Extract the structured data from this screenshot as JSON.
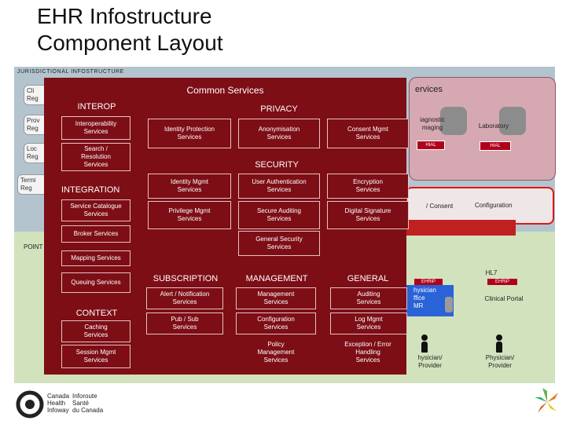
{
  "title_line1": "EHR Infostructure",
  "title_line2": "Component Layout",
  "jurisdictional_label": "JURISDICTIONAL INFOSTRUCTURE",
  "point_of_service_label": "POINT",
  "registries": [
    {
      "line1": "Cli",
      "line2": "Reg"
    },
    {
      "line1": "Prov",
      "line2": "Reg"
    },
    {
      "line1": "Loc",
      "line2": "Reg"
    },
    {
      "line1": "Termi",
      "line2": "Reg"
    }
  ],
  "ehr_services": {
    "title": "ervices",
    "diagnostic_imaging": "iagnostic\nmaging",
    "laboratory": "Laboratory",
    "hial_1": "HIAL",
    "hial_2": "HIAL"
  },
  "bus": {
    "consent": "/ Consent",
    "configuration": "Configuration"
  },
  "common_services": {
    "title": "Common Services",
    "interop": {
      "heading": "INTEROP",
      "interoperability": "Interoperability\nServices",
      "search": "Search /\nResolution\nServices"
    },
    "privacy": {
      "heading": "PRIVACY",
      "identity_protection": "Identity Protection\nServices",
      "anonymisation": "Anonymisation\nServices",
      "consent_mgmt": "Consent Mgmt\nServices"
    },
    "security": {
      "heading": "SECURITY",
      "identity_mgmt": "Identity Mgmt\nServices",
      "user_auth": "User Authentication\nServices",
      "encryption": "Encryption\nServices",
      "privilege_mgmt": "Privilege Mgmt\nServices",
      "secure_auditing": "Secure Auditing\nServices",
      "digital_signature": "Digital Signature\nServices",
      "general_security": "General Security\nServices"
    },
    "integration": {
      "heading": "INTEGRATION",
      "service_catalogue": "Service Catalogue\nServices",
      "broker": "Broker Services",
      "mapping": "Mapping Services",
      "queuing": "Queuing Services"
    },
    "context": {
      "heading": "CONTEXT",
      "caching": "Caching\nServices",
      "session_mgmt": "Session Mgmt\nServices"
    },
    "subscription": {
      "heading": "SUBSCRIPTION",
      "alert": "Alert / Notification\nServices",
      "pub_sub": "Pub / Sub\nServices"
    },
    "management": {
      "heading": "MANAGEMENT",
      "management_svc": "Management\nServices",
      "configuration_svc": "Configuration\nServices",
      "policy_mgmt": "Policy\nManagement\nServices"
    },
    "general": {
      "heading": "GENERAL",
      "auditing": "Auditing\nServices",
      "log_mgmt": "Log Mgmt\nServices",
      "exception": "Exception / Error\nHandling\nServices"
    }
  },
  "point_of_service": {
    "hl7": "HL7",
    "ehrip_1": "EHRiP",
    "ehrip_2": "EHRiP",
    "physician_office_emr": "hysician\nffice\nMR",
    "clinical_portal": "Clinical Portal",
    "physician_provider_1": "hysician/\nProvider",
    "physician_provider_2": "Physician/\nProvider"
  },
  "footer": {
    "org_en_1": "Canada",
    "org_en_2": "Health",
    "org_en_3": "Infoway",
    "org_fr_1": "Inforoute",
    "org_fr_2": "Santé",
    "org_fr_3": "du Canada"
  },
  "colors": {
    "common_services_bg": "#7d0e16",
    "jurisdictional_bg": "#b4c4cf",
    "point_of_service_bg": "#d2e2bd",
    "hial_red": "#b0001c",
    "bus_outline": "#e01515"
  }
}
